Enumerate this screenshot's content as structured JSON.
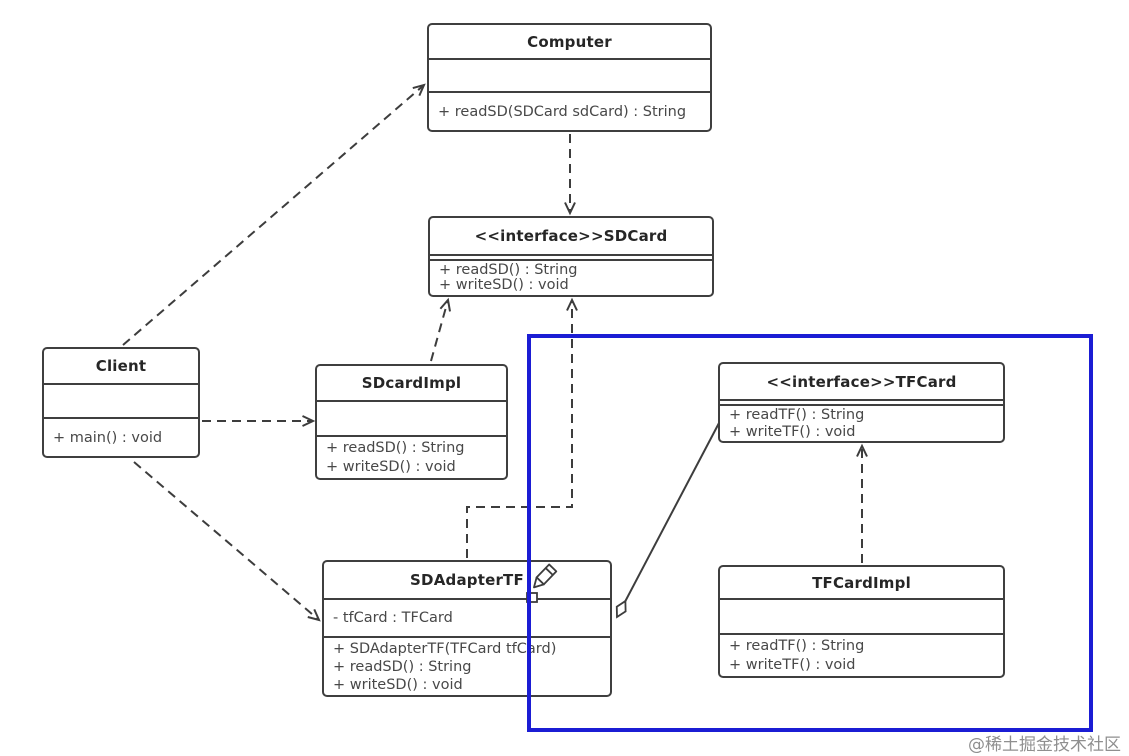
{
  "colors": {
    "highlight": "#1b1dd4",
    "line": "#3d3d3d",
    "box_border": "#3f3f3f",
    "title_text": "#262626",
    "member_text": "#484848",
    "watermark_text": "#8f8f8f"
  },
  "watermark": {
    "text": "@稀土掘金技术社区"
  },
  "classes": [
    {
      "id": "computer",
      "title": "Computer",
      "attributes": [],
      "methods": [
        "+ readSD(SDCard sdCard) : String"
      ]
    },
    {
      "id": "sdcard",
      "title": "<<interface>>SDCard",
      "attributes": [],
      "methods": [
        "+ readSD() : String",
        "+ writeSD() : void"
      ]
    },
    {
      "id": "client",
      "title": "Client",
      "attributes": [],
      "methods": [
        "+ main() : void"
      ]
    },
    {
      "id": "sdcardimpl",
      "title": "SDcardImpl",
      "attributes": [],
      "methods": [
        "+ readSD() : String",
        "+ writeSD() : void"
      ]
    },
    {
      "id": "sdadaptertf",
      "title": "SDAdapterTF",
      "attributes": [
        "- tfCard : TFCard"
      ],
      "methods": [
        "+ SDAdapterTF(TFCard tfCard)",
        "+ readSD() : String",
        "+ writeSD() : void"
      ]
    },
    {
      "id": "tfcard",
      "title": "<<interface>>TFCard",
      "attributes": [],
      "methods": [
        "+ readTF() : String",
        "+ writeTF() : void"
      ]
    },
    {
      "id": "tfcardimpl",
      "title": "TFCardImpl",
      "attributes": [],
      "methods": [
        "+ readTF() : String",
        "+ writeTF() : void"
      ]
    }
  ],
  "relations": [
    {
      "from": "Client",
      "to": "Computer",
      "type": "dependency (dashed, open arrow)"
    },
    {
      "from": "Client",
      "to": "SDcardImpl",
      "type": "dependency (dashed, open arrow)"
    },
    {
      "from": "Client",
      "to": "SDAdapterTF",
      "type": "dependency (dashed, open arrow)"
    },
    {
      "from": "Computer",
      "to": "SDCard",
      "type": "dependency (dashed, open arrow)"
    },
    {
      "from": "SDcardImpl",
      "to": "SDCard",
      "type": "realization (dashed, open arrow)"
    },
    {
      "from": "SDAdapterTF",
      "to": "SDCard",
      "type": "realization (dashed, open arrow)"
    },
    {
      "from": "TFCardImpl",
      "to": "TFCard",
      "type": "realization (dashed, open arrow)"
    },
    {
      "from": "SDAdapterTF",
      "to": "TFCard",
      "type": "aggregation (solid, open diamond)"
    }
  ],
  "icons": {
    "pencil": "edit-pencil-icon"
  }
}
